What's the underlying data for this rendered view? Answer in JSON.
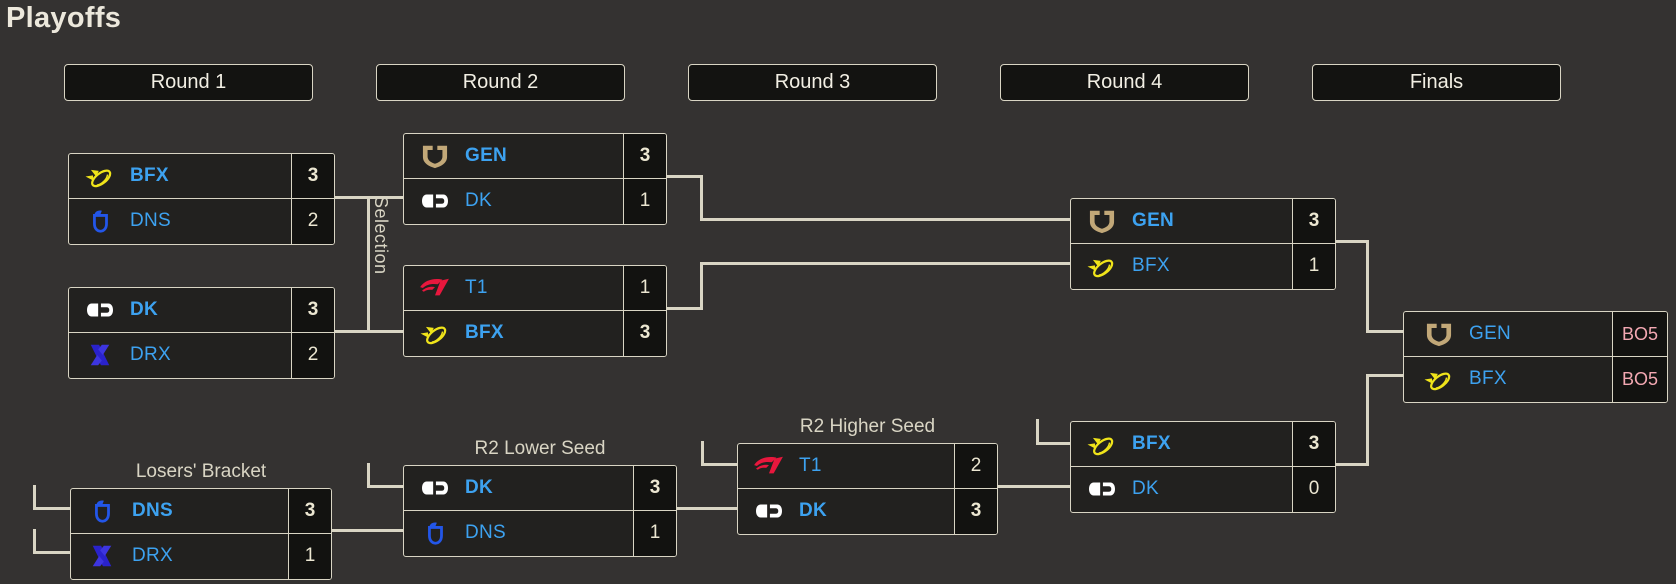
{
  "title": "Playoffs",
  "rounds": [
    "Round 1",
    "Round 2",
    "Round 3",
    "Round 4",
    "Finals"
  ],
  "labels": {
    "selection": "Selection",
    "losers_bracket": "Losers' Bracket",
    "r2_lower_seed": "R2 Lower Seed",
    "r2_higher_seed": "R2 Higher Seed"
  },
  "matches": {
    "r1m1": {
      "teams": [
        {
          "name": "BFX",
          "icon": "bfx-logo",
          "score": "3",
          "winner": true
        },
        {
          "name": "DNS",
          "icon": "dns-logo",
          "score": "2",
          "winner": false
        }
      ]
    },
    "r1m2": {
      "teams": [
        {
          "name": "DK",
          "icon": "dk-logo",
          "score": "3",
          "winner": true
        },
        {
          "name": "DRX",
          "icon": "drx-logo",
          "score": "2",
          "winner": false
        }
      ]
    },
    "r2m1": {
      "teams": [
        {
          "name": "GEN",
          "icon": "gen-logo",
          "score": "3",
          "winner": true
        },
        {
          "name": "DK",
          "icon": "dk-logo",
          "score": "1",
          "winner": false
        }
      ]
    },
    "r2m2": {
      "teams": [
        {
          "name": "T1",
          "icon": "t1-logo",
          "score": "1",
          "winner": false
        },
        {
          "name": "BFX",
          "icon": "bfx-logo",
          "score": "3",
          "winner": true
        }
      ]
    },
    "r4_upper": {
      "teams": [
        {
          "name": "GEN",
          "icon": "gen-logo",
          "score": "3",
          "winner": true
        },
        {
          "name": "BFX",
          "icon": "bfx-logo",
          "score": "1",
          "winner": false
        }
      ]
    },
    "finals": {
      "teams": [
        {
          "name": "GEN",
          "icon": "gen-logo",
          "score": "BO5",
          "winner": false
        },
        {
          "name": "BFX",
          "icon": "bfx-logo",
          "score": "BO5",
          "winner": false
        }
      ]
    },
    "losers_bracket": {
      "teams": [
        {
          "name": "DNS",
          "icon": "dns-logo",
          "score": "3",
          "winner": true
        },
        {
          "name": "DRX",
          "icon": "drx-logo",
          "score": "1",
          "winner": false
        }
      ]
    },
    "r2_lower_seed": {
      "teams": [
        {
          "name": "DK",
          "icon": "dk-logo",
          "score": "3",
          "winner": true
        },
        {
          "name": "DNS",
          "icon": "dns-logo",
          "score": "1",
          "winner": false
        }
      ]
    },
    "r2_higher_seed": {
      "teams": [
        {
          "name": "T1",
          "icon": "t1-logo",
          "score": "2",
          "winner": false
        },
        {
          "name": "DK",
          "icon": "dk-logo",
          "score": "3",
          "winner": true
        }
      ]
    },
    "r4_lower": {
      "teams": [
        {
          "name": "BFX",
          "icon": "bfx-logo",
          "score": "3",
          "winner": true
        },
        {
          "name": "DK",
          "icon": "dk-logo",
          "score": "0",
          "winner": false
        }
      ]
    }
  },
  "colors": {
    "background": "#343231",
    "box_background": "#22211f",
    "score_cell_background": "#121210",
    "connector_line": "#d9d5c4",
    "team_name_blue": "#3da2f0",
    "score_cream": "#ece7d2",
    "bo5_pink": "#f3a8b2",
    "bfx_yellow": "#f0e41a",
    "dns_blue": "#2356e8",
    "dk_white": "#ffffff",
    "drx_blue": "#2a22cc",
    "gen_gold": "#c2a878",
    "t1_red": "#e8173d"
  }
}
